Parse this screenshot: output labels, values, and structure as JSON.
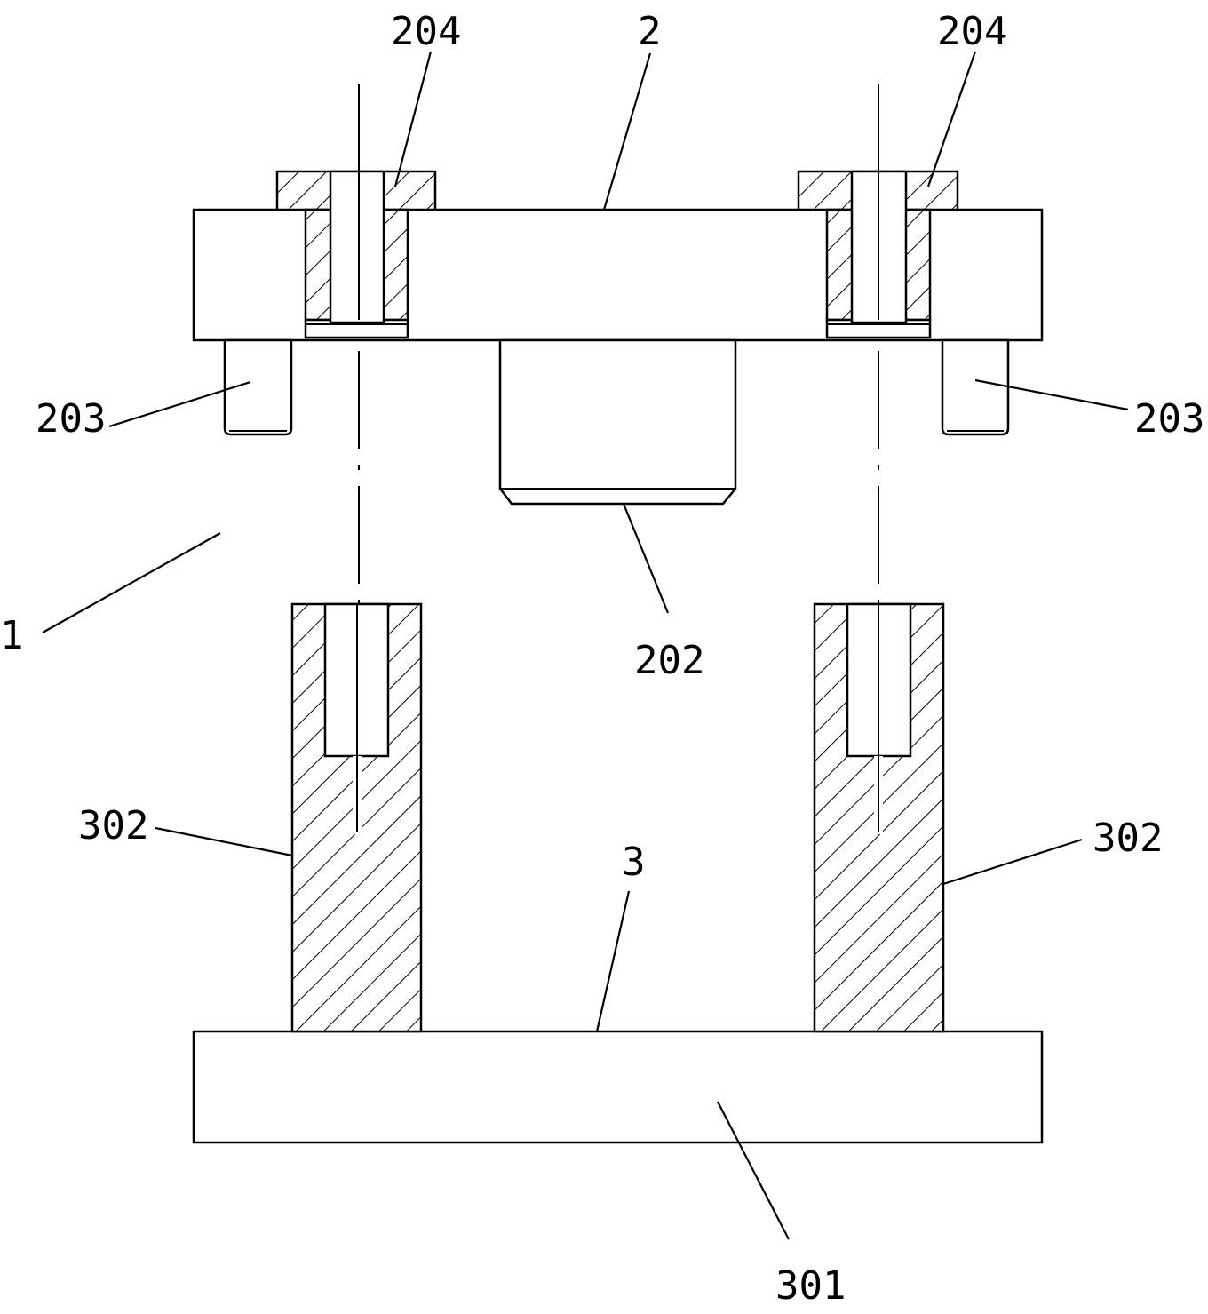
{
  "figure": {
    "labels": {
      "assembly": "1",
      "upper_die": "2",
      "punch": "202",
      "guide_post_left": "203",
      "guide_post_right": "203",
      "bushing_left": "204",
      "bushing_right": "204",
      "lower_die": "3",
      "base_plate": "301",
      "support_left": "302",
      "support_right": "302"
    }
  }
}
